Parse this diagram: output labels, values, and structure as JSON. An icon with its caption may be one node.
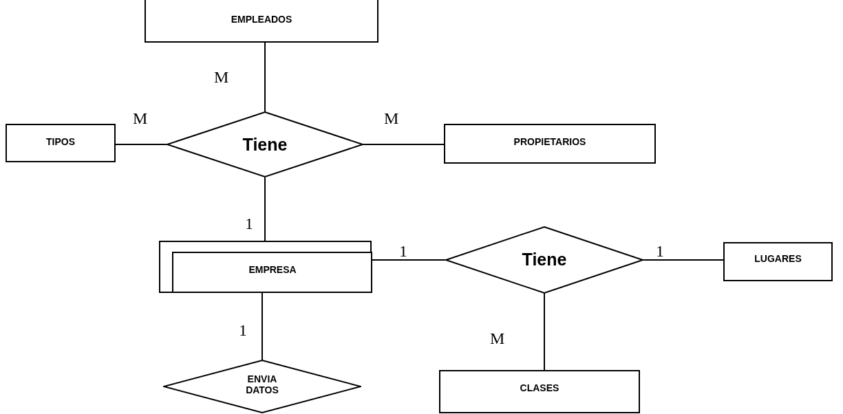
{
  "diagram": {
    "nodes": [
      {
        "text": [
          "EMPLEADOS"
        ]
      },
      {
        "text": [
          "TIPOS"
        ]
      },
      {
        "text": [
          "Tiene"
        ]
      },
      {
        "text": [
          "PROPIETARIOS"
        ]
      },
      {
        "text": [
          "EMPRESA"
        ]
      },
      {
        "text": [
          "Tiene"
        ]
      },
      {
        "text": [
          "LUGARES"
        ]
      },
      {
        "text": [
          "ENVIA DATOS"
        ]
      },
      {
        "text": [
          "CLASES"
        ]
      }
    ],
    "edges": [
      {
        "from": 0,
        "to": 2,
        "arrow": "none",
        "label": "M"
      },
      {
        "from": 1,
        "to": 2,
        "arrow": "none",
        "label": "M"
      },
      {
        "from": 2,
        "to": 3,
        "arrow": "none",
        "label": "M"
      },
      {
        "from": 2,
        "to": 4,
        "arrow": "none",
        "label": "1"
      },
      {
        "from": 4,
        "to": 5,
        "arrow": "none",
        "label": "1"
      },
      {
        "from": 5,
        "to": 6,
        "arrow": "none",
        "label": "1"
      },
      {
        "from": 4,
        "to": 7,
        "arrow": "none",
        "label": "1"
      },
      {
        "from": 5,
        "to": 8,
        "arrow": "none",
        "label": "M"
      }
    ]
  }
}
